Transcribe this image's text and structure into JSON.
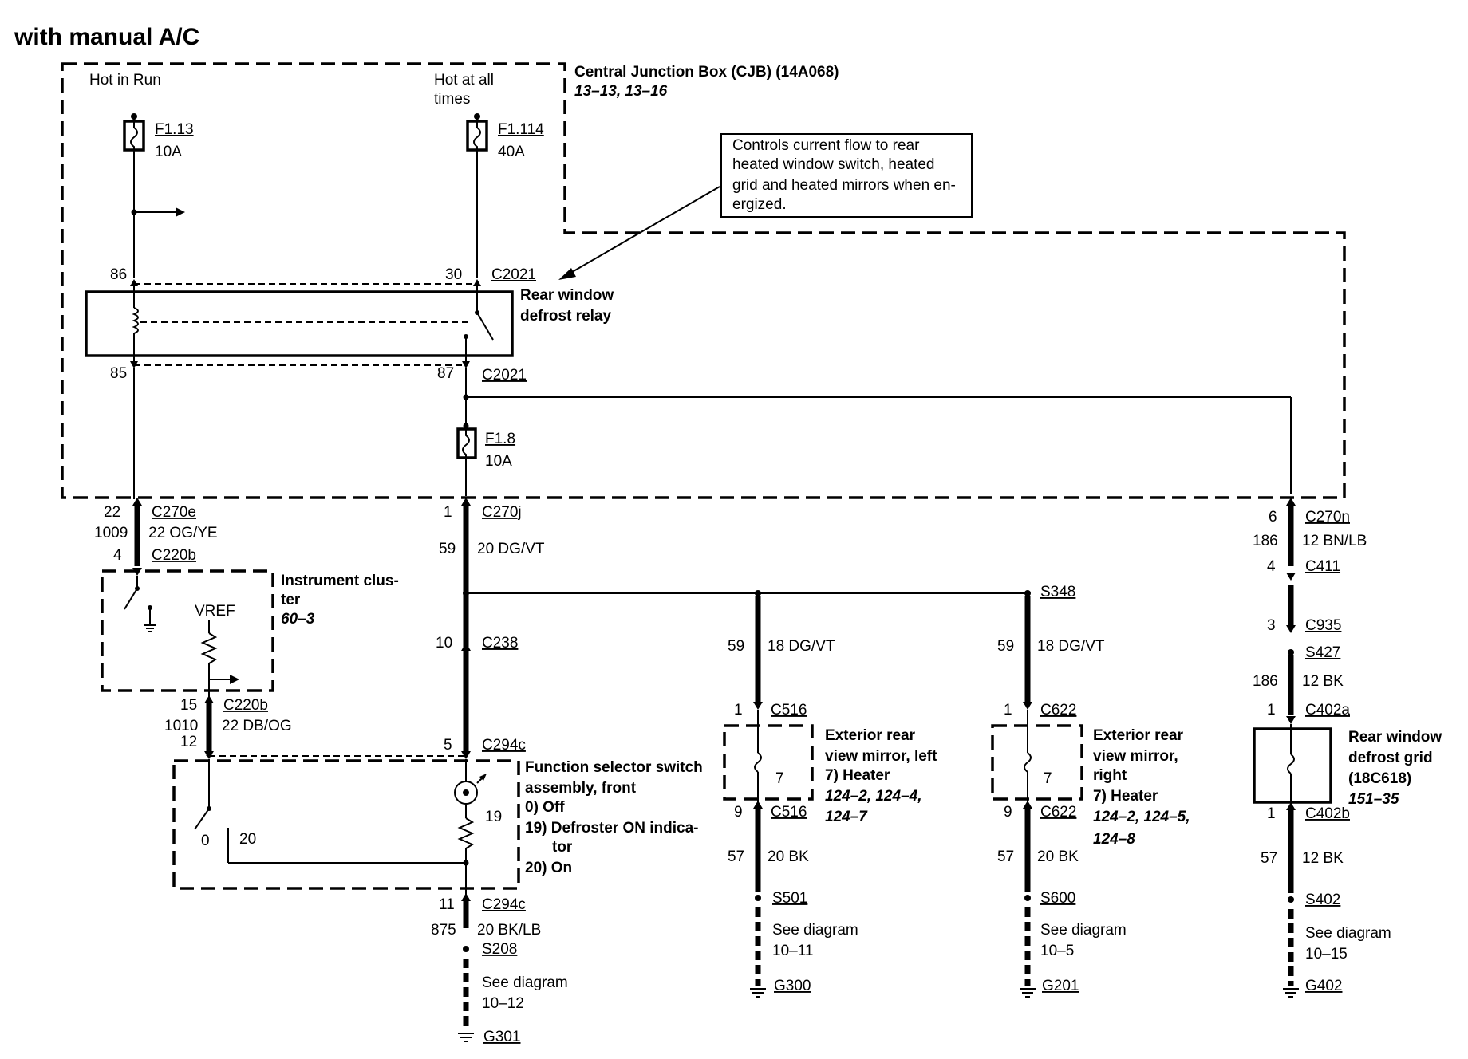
{
  "title": "with manual A/C",
  "cjb": {
    "name": "Central Junction Box (CJB) (14A068)",
    "ref": "13–13, 13–16",
    "hot_in_run": "Hot in Run",
    "hot_all_times_1": "Hot at all",
    "hot_all_times_2": "times"
  },
  "fuses": {
    "f113_name": "F1.13",
    "f113_rating": "10A",
    "f1114_name": "F1.114",
    "f1114_rating": "40A",
    "f18_name": "F1.8",
    "f18_rating": "10A"
  },
  "note": {
    "line1": "Controls current flow to rear",
    "line2": "heated window switch, heated",
    "line3": "grid and heated mirrors when en-",
    "line4": "ergized."
  },
  "relay": {
    "name_1": "Rear window",
    "name_2": "defrost relay",
    "pin86": "86",
    "pin30": "30",
    "pin85": "85",
    "pin87": "87",
    "conn_top": "C2021",
    "conn_bottom": "C2021"
  },
  "left_circuit": {
    "pin22": "22",
    "conn_c270e": "C270e",
    "circuit1009": "1009",
    "wire1009": "22 OG/YE",
    "pin4": "4",
    "conn_c220b_top": "C220b",
    "cluster_1": "Instrument clus-",
    "cluster_2": "ter",
    "cluster_ref": "60–3",
    "vref": "VREF",
    "pin15": "15",
    "conn_c220b_bottom": "C220b",
    "circuit1010": "1010",
    "wire1010": "22 DB/OG",
    "pin12": "12"
  },
  "center_circuit": {
    "pin1": "1",
    "conn_c270j": "C270j",
    "circuit59": "59",
    "wire59": "20 DG/VT",
    "pin10": "10",
    "conn_c238": "C238",
    "pin5": "5",
    "conn_c294c_top": "C294c",
    "switch_1": "Function selector switch",
    "switch_2": "assembly, front",
    "pos_0": "0)   Off",
    "pos_19a": "19)  Defroster ON indica-",
    "pos_19b": "tor",
    "pos_20": "20)  On",
    "sw_pos0": "0",
    "sw_pos20": "20",
    "ind19": "19",
    "pin11": "11",
    "conn_c294c_bottom": "C294c",
    "circuit875": "875",
    "wire875": "20 BK/LB",
    "splice": "S208",
    "see_1": "See diagram",
    "see_2": "10–12",
    "ground": "G301"
  },
  "left_mirror": {
    "circuit": "59",
    "wire": "18 DG/VT",
    "pin1": "1",
    "conn_top": "C516",
    "name_1": "Exterior rear",
    "name_2": "view mirror, left",
    "heater": "7)    Heater",
    "ref_1": "124–2, 124–4,",
    "ref_2": "124–7",
    "inner": "7",
    "pin9": "9",
    "conn_bottom": "C516",
    "gcircuit": "57",
    "gwire": "20 BK",
    "splice": "S501",
    "see_1": "See diagram",
    "see_2": "10–11",
    "ground": "G300"
  },
  "right_mirror": {
    "splice_top": "S348",
    "circuit": "59",
    "wire": "18 DG/VT",
    "pin1": "1",
    "conn_top": "C622",
    "name_1": "Exterior rear",
    "name_2": "view mirror,",
    "name_3": "right",
    "heater": "7)    Heater",
    "ref_1": "124–2, 124–5,",
    "ref_2": "124–8",
    "inner": "7",
    "pin9": "9",
    "conn_bottom": "C622",
    "gcircuit": "57",
    "gwire": "20 BK",
    "splice": "S600",
    "see_1": "See diagram",
    "see_2": "10–5",
    "ground": "G201"
  },
  "grid": {
    "pin6": "6",
    "conn_c270n": "C270n",
    "circuit186a": "186",
    "wire186a": "12 BN/LB",
    "pin4": "4",
    "conn_c411": "C411",
    "pin3": "3",
    "conn_c935": "C935",
    "splice": "S427",
    "circuit186b": "186",
    "wire186b": "12 BK",
    "pin1a": "1",
    "conn_c402a": "C402a",
    "name_1": "Rear window",
    "name_2": "defrost grid",
    "name_3": "(18C618)",
    "ref": "151–35",
    "pin1b": "1",
    "conn_c402b": "C402b",
    "gcircuit": "57",
    "gwire": "12 BK",
    "gsplice": "S402",
    "see_1": "See diagram",
    "see_2": "10–15",
    "ground": "G402"
  }
}
